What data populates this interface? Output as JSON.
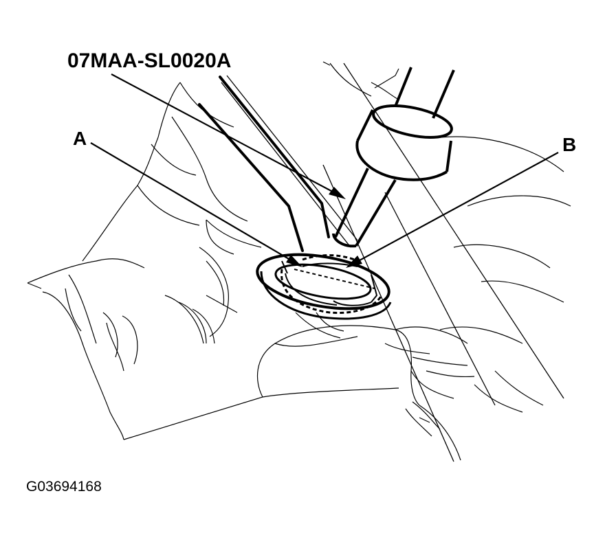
{
  "tool_label": "07MAA-SL0020A",
  "callout_a": "A",
  "callout_b": "B",
  "figure_id": "G03694168"
}
